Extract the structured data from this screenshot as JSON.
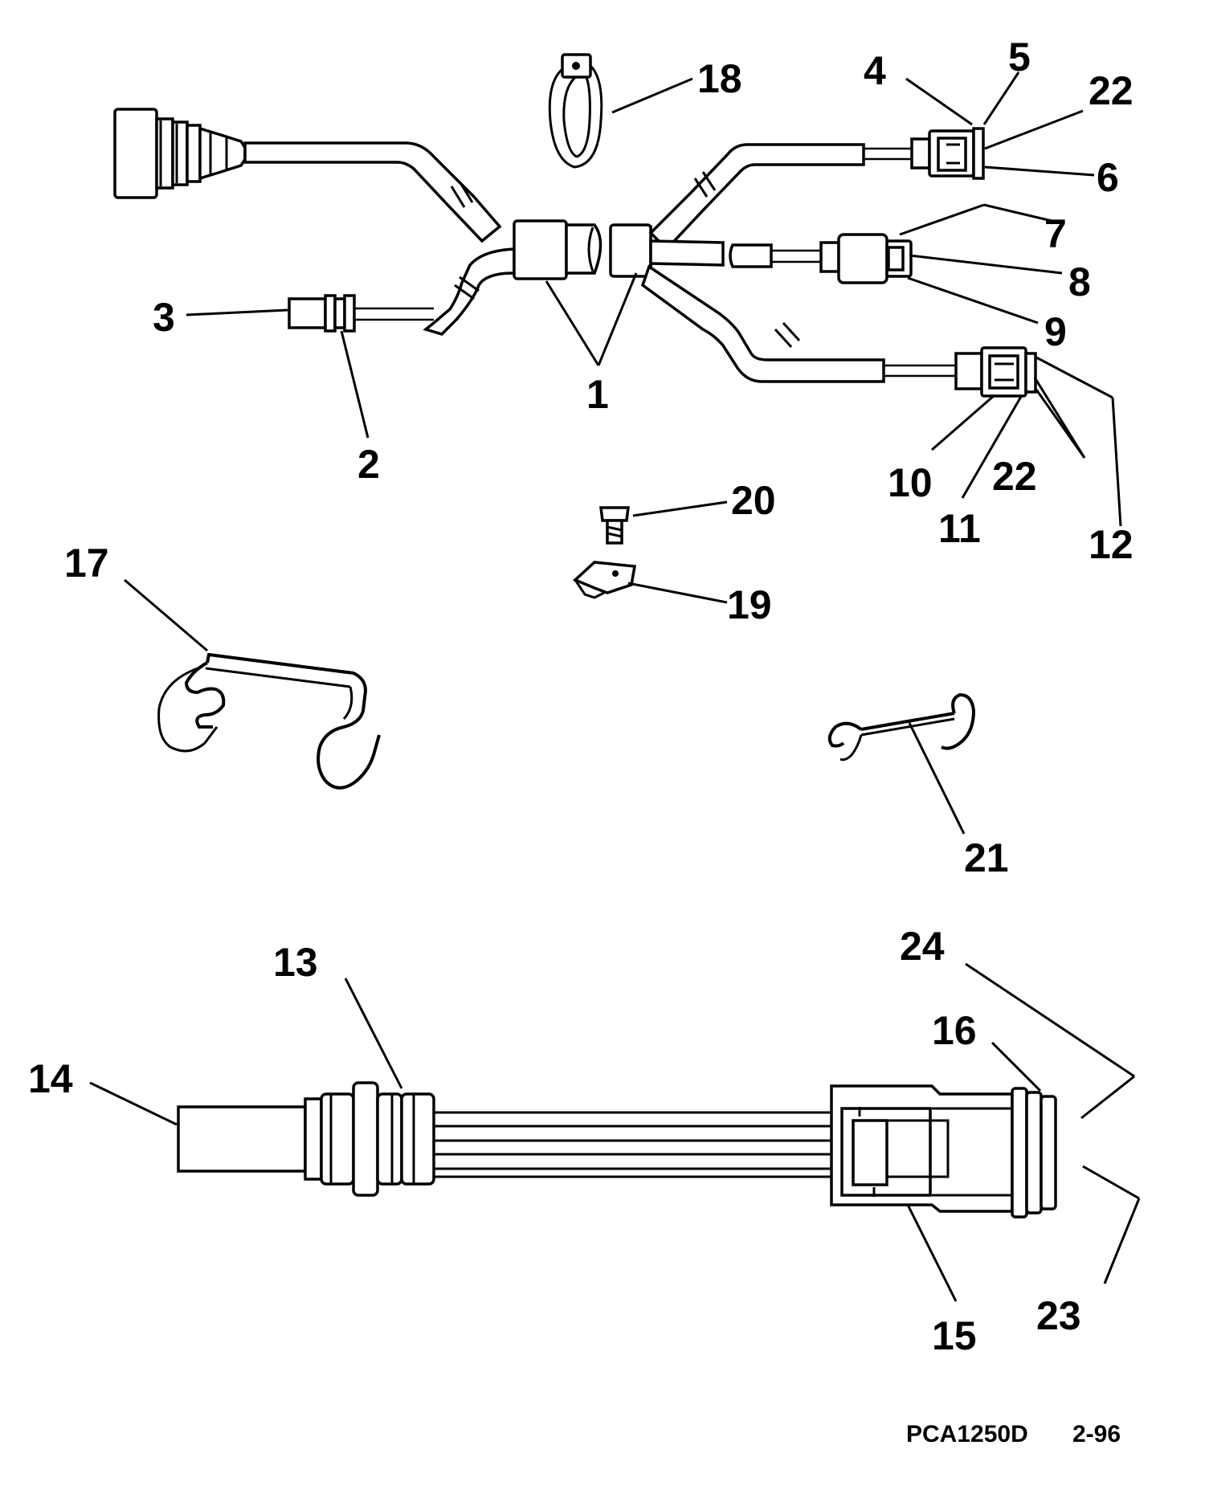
{
  "diagram": {
    "footer": {
      "code": "PCA1250D",
      "date": "2-96"
    },
    "callouts": [
      {
        "id": "c1",
        "text": "1"
      },
      {
        "id": "c2",
        "text": "2"
      },
      {
        "id": "c3",
        "text": "3"
      },
      {
        "id": "c4",
        "text": "4"
      },
      {
        "id": "c5",
        "text": "5"
      },
      {
        "id": "c6",
        "text": "6"
      },
      {
        "id": "c7",
        "text": "7"
      },
      {
        "id": "c8",
        "text": "8"
      },
      {
        "id": "c9",
        "text": "9"
      },
      {
        "id": "c10",
        "text": "10"
      },
      {
        "id": "c11",
        "text": "11"
      },
      {
        "id": "c12",
        "text": "12"
      },
      {
        "id": "c13",
        "text": "13"
      },
      {
        "id": "c14",
        "text": "14"
      },
      {
        "id": "c15",
        "text": "15"
      },
      {
        "id": "c16",
        "text": "16"
      },
      {
        "id": "c17",
        "text": "17"
      },
      {
        "id": "c18",
        "text": "18"
      },
      {
        "id": "c19",
        "text": "19"
      },
      {
        "id": "c20",
        "text": "20"
      },
      {
        "id": "c21",
        "text": "21"
      },
      {
        "id": "c22a",
        "text": "22"
      },
      {
        "id": "c22b",
        "text": "22"
      },
      {
        "id": "c23",
        "text": "23"
      },
      {
        "id": "c24",
        "text": "24"
      }
    ]
  }
}
